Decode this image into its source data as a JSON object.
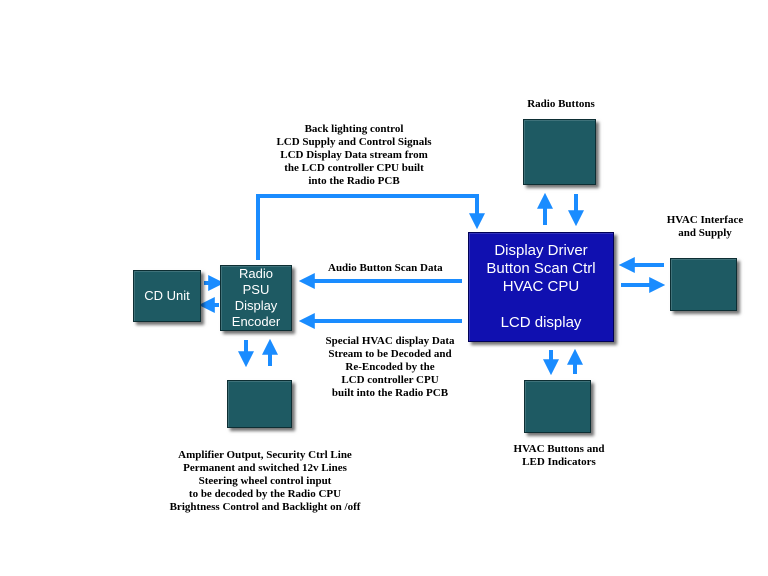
{
  "blocks": {
    "main": {
      "lines": [
        "Display Driver",
        "Button Scan Ctrl",
        "HVAC CPU",
        "",
        "LCD display"
      ]
    },
    "radio": {
      "lines": [
        "Radio",
        "PSU",
        "Display",
        "Encoder"
      ]
    },
    "cd": {
      "label": "CD Unit"
    }
  },
  "labels": {
    "radio_buttons": [
      "Radio Buttons"
    ],
    "hvac_interface": [
      "HVAC Interface",
      "and Supply"
    ],
    "hvac_buttons": [
      "HVAC Buttons and",
      "LED Indicators"
    ],
    "backlight": [
      "Back lighting control",
      "LCD Supply and Control Signals",
      "LCD Display Data stream from",
      "the LCD controller CPU built",
      "into the Radio PCB"
    ],
    "audio_scan": [
      "Audio Button Scan Data"
    ],
    "special_hvac": [
      "Special HVAC display Data",
      "Stream to be Decoded and",
      "Re-Encoded by the",
      "LCD controller CPU",
      "built into the Radio PCB"
    ],
    "amplifier": [
      "Amplifier Output, Security Ctrl Line",
      "Permanent and switched 12v Lines",
      "Steering wheel control input",
      "to be decoded by the Radio CPU",
      "Brightness Control and Backlight on /off"
    ]
  },
  "colors": {
    "arrow": "#1a8cff",
    "block": "#1e5a63",
    "main_block": "#1010b0"
  }
}
